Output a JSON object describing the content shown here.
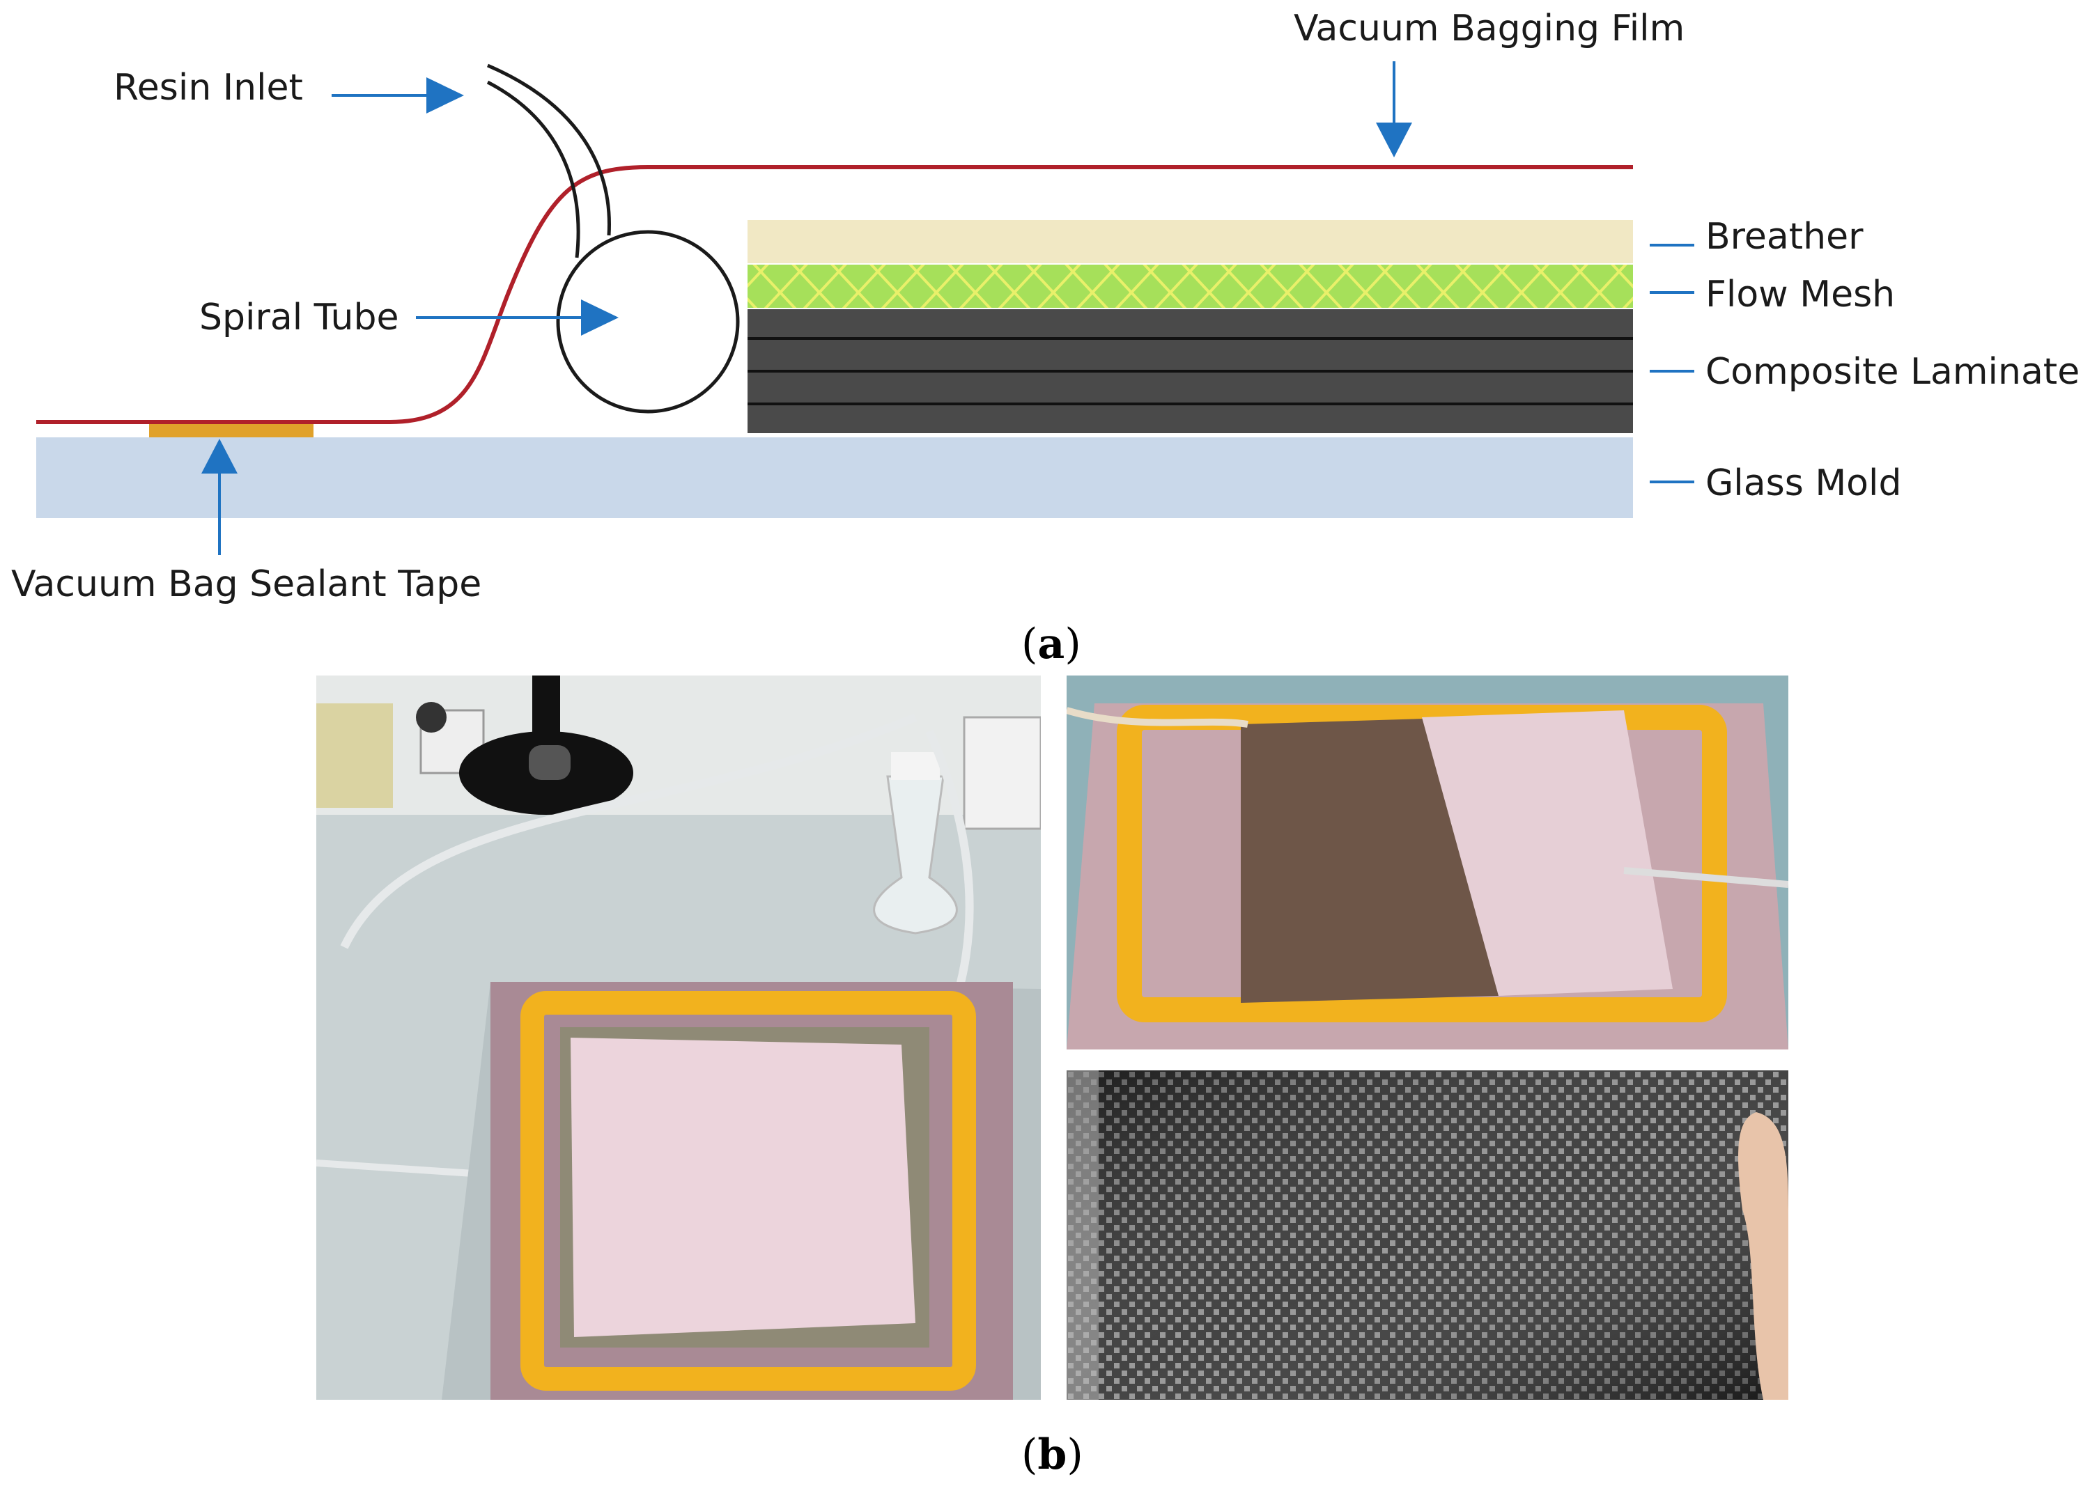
{
  "figure_a": {
    "labels": {
      "resin_inlet": "Resin Inlet",
      "vacuum_bagging_film": "Vacuum Bagging Film",
      "spiral_tube": "Spiral Tube",
      "breather": "Breather",
      "flow_mesh": "Flow Mesh",
      "composite_laminate": "Composite Laminate",
      "glass_mold": "Glass Mold",
      "sealant_tape": "Vacuum Bag Sealant Tape"
    },
    "caption": "a",
    "colors": {
      "bag_film": "#b0202a",
      "breather": "#f1e8c4",
      "flow_mesh": "#a6e05a",
      "laminate": "#4a4a4a",
      "glass_mold": "#c9d8ea",
      "sealant_tape": "#e0a12a",
      "arrow": "#1f73c2"
    }
  },
  "figure_b": {
    "caption": "b",
    "photos": [
      {
        "name": "vacuum infusion setup overview",
        "colors": {
          "sealant": "#f2b21e",
          "peel_ply": "#ecd4dc",
          "bag": "#a98a95"
        }
      },
      {
        "name": "resin flow front during infusion",
        "colors": {
          "infused": "#6e5648",
          "dry": "#e6cfd6"
        }
      },
      {
        "name": "cured carbon fiber laminate",
        "colors": {
          "fiber": "#2a2a2a"
        }
      }
    ]
  }
}
